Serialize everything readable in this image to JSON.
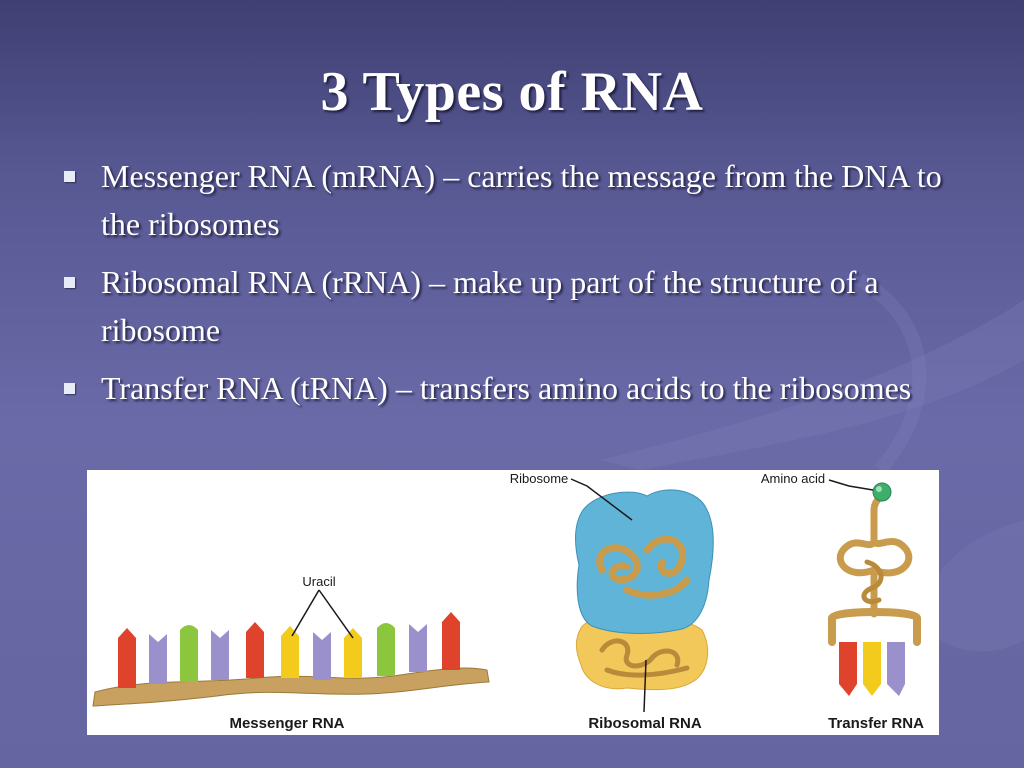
{
  "slide": {
    "title": "3 Types of RNA",
    "bullets": [
      {
        "text": "Messenger RNA (mRNA) – carries the message from the DNA to the ribosomes"
      },
      {
        "text": "Ribosomal RNA (rRNA) – make up part of the structure of a ribosome"
      },
      {
        "text": "Transfer RNA (tRNA) – transfers amino acids to the ribosomes"
      }
    ]
  },
  "figure": {
    "mrna": {
      "caption": "Messenger RNA",
      "callout": "Uracil"
    },
    "rrna": {
      "caption": "Ribosomal RNA",
      "callout": "Ribosome"
    },
    "trna": {
      "caption": "Transfer RNA",
      "callout": "Amino acid"
    }
  },
  "colors": {
    "background": "#5e5e9a",
    "title_text": "#ffffff",
    "ribosome_blue": "#5fb4d8",
    "ribosome_yellow": "#f2c85a",
    "rna_backbone": "#c8a060",
    "base_red": "#e0432c",
    "base_purple": "#9a90cc",
    "base_green": "#8cc63e",
    "base_yellow": "#f2cb1d",
    "amino_acid_green": "#3fae6a"
  }
}
